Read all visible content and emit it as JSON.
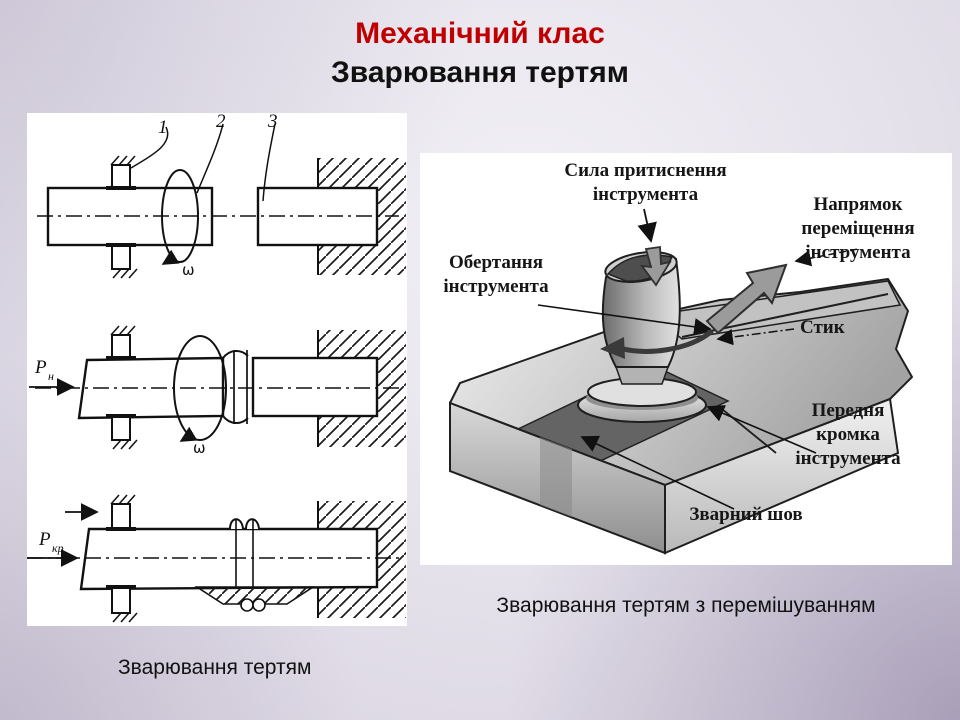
{
  "slide": {
    "title_line1": "Механічний клас",
    "title_line2": "Зварювання тертям",
    "title_color": "#c00000",
    "background_tint": "#ddd8e4"
  },
  "left_figure": {
    "caption": "Зварювання тертям",
    "part_labels": [
      "1",
      "2",
      "3"
    ],
    "stage1": {
      "omega": "ω"
    },
    "stage2": {
      "force": "P",
      "force_sub": "н",
      "omega": "ω"
    },
    "stage3": {
      "force": "P",
      "force_sub": "кр"
    }
  },
  "right_figure": {
    "caption": "Зварювання тертям з перемішуванням",
    "labels": {
      "press_force": "Сила притиснення інструмента",
      "travel_direction": "Напрямок переміщення інструмента",
      "rotation": "Обертання інструмента",
      "joint": "Стик",
      "leading_edge": "Передня кромка інструмента",
      "weld_seam": "Зварний шов"
    }
  }
}
